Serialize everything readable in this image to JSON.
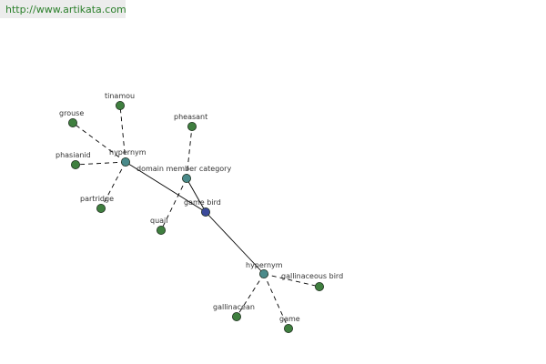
{
  "site_url": "http://www.artikata.com",
  "colors": {
    "leaf_node": "#3f7f3f",
    "relation_node": "#4a8a8a",
    "center_node": "#3b4a9a",
    "edge": "#000000",
    "url_text": "#2a7f2a"
  },
  "graph": {
    "center": {
      "id": "game_bird",
      "label": "game bird"
    },
    "relations": [
      {
        "id": "hyp1",
        "label": "hypernym"
      },
      {
        "id": "dmc",
        "label": "domain member category"
      },
      {
        "id": "hyp2",
        "label": "hypernym"
      }
    ],
    "leaves": [
      {
        "id": "tinamou",
        "label": "tinamou"
      },
      {
        "id": "grouse",
        "label": "grouse"
      },
      {
        "id": "phasianid",
        "label": "phasianid"
      },
      {
        "id": "partridge",
        "label": "partridge"
      },
      {
        "id": "pheasant",
        "label": "pheasant"
      },
      {
        "id": "quail",
        "label": "quail"
      },
      {
        "id": "gallinaceous_bird",
        "label": "gallinaceous bird"
      },
      {
        "id": "gallinacean",
        "label": "gallinacean"
      },
      {
        "id": "game",
        "label": "game"
      }
    ],
    "edges": [
      {
        "from": "game_bird",
        "to": "hyp1",
        "style": "solid"
      },
      {
        "from": "game_bird",
        "to": "dmc",
        "style": "solid"
      },
      {
        "from": "game_bird",
        "to": "hyp2",
        "style": "solid"
      },
      {
        "from": "hyp1",
        "to": "tinamou",
        "style": "dashed"
      },
      {
        "from": "hyp1",
        "to": "grouse",
        "style": "dashed"
      },
      {
        "from": "hyp1",
        "to": "phasianid",
        "style": "dashed"
      },
      {
        "from": "hyp1",
        "to": "partridge",
        "style": "dashed"
      },
      {
        "from": "dmc",
        "to": "pheasant",
        "style": "dashed"
      },
      {
        "from": "dmc",
        "to": "quail",
        "style": "dashed"
      },
      {
        "from": "hyp2",
        "to": "gallinaceous_bird",
        "style": "dashed"
      },
      {
        "from": "hyp2",
        "to": "gallinacean",
        "style": "dashed"
      },
      {
        "from": "hyp2",
        "to": "game",
        "style": "dashed"
      }
    ]
  }
}
